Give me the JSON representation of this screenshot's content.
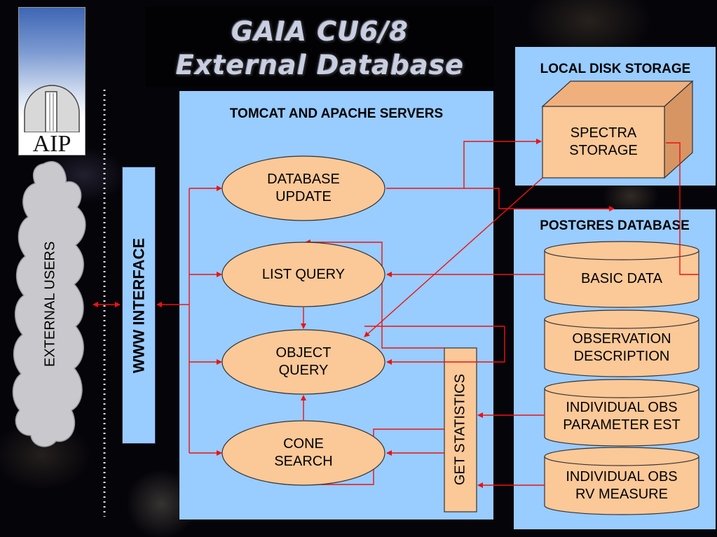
{
  "title": {
    "line1": "GAIA CU6/8",
    "line2": "External Database"
  },
  "logo": {
    "text": "AIP",
    "icon": "observatory-dome-icon"
  },
  "external_users": "EXTERNAL USERS",
  "www_interface": "WWW INTERFACE",
  "tomcat": {
    "title": "TOMCAT AND APACHE SERVERS",
    "nodes": {
      "database_update": "DATABASE\nUPDATE",
      "list_query": "LIST QUERY",
      "object_query": "OBJECT\nQUERY",
      "cone_search": "CONE\nSEARCH"
    },
    "get_statistics": "GET STATISTICS"
  },
  "local_disk": {
    "title": "LOCAL DISK STORAGE",
    "spectra": "SPECTRA\nSTORAGE"
  },
  "postgres": {
    "title": "POSTGRES DATABASE",
    "tables": {
      "basic_data": "BASIC DATA",
      "observation_description": "OBSERVATION\nDESCRIPTION",
      "individual_obs_param": "INDIVIDUAL OBS\nPARAMETER EST",
      "individual_obs_rv": "INDIVIDUAL OBS\nRV MEASURE"
    }
  },
  "colors": {
    "panel_blue": "#99ccff",
    "node_fill": "#fbc898",
    "arrow_red": "#ee1111",
    "cloud_grey": "#c8c8cc"
  }
}
